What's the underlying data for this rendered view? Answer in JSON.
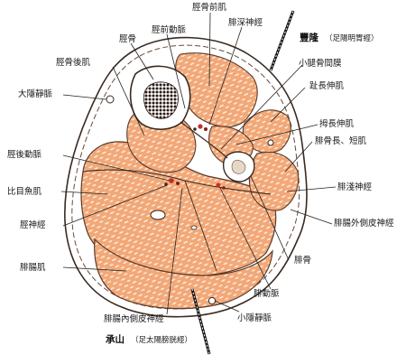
{
  "labels": {
    "tibialis_anterior": "脛骨前肌",
    "anterior_tibial_artery": "脛前動脈",
    "deep_peroneal_nerve": "腓深神經",
    "tibia": "脛骨",
    "tibialis_posterior": "脛骨後肌",
    "great_saphenous_vein": "大隱靜脈",
    "interosseous_membrane": "小腿骨間膜",
    "extensor_digitorum_longus": "趾長伸肌",
    "extensor_hallucis_longus": "拇長伸肌",
    "peroneus_longus_brevis": "腓骨長、短肌",
    "superficial_peroneal_nerve": "腓淺神經",
    "posterior_tibial_artery": "脛後動脈",
    "soleus": "比目魚肌",
    "tibial_nerve": "脛神經",
    "lateral_sural_cutaneous_nerve": "腓腸外側皮神經",
    "fibula": "腓骨",
    "gastrocnemius": "腓腸肌",
    "peroneal_artery": "腓動脈",
    "medial_sural_cutaneous_nerve": "腓腸內側皮神經",
    "small_saphenous_vein": "小隱靜脈"
  },
  "acupoints": {
    "fenglong_name": "豐隆",
    "fenglong_meridian": "（足陽明胃經）",
    "chengshan_name": "承山",
    "chengshan_meridian": "（足太陽膀胱經）"
  },
  "colors": {
    "muscle": "#f0a070",
    "muscle_fibers": "#ffffff",
    "bone_marrow": "#2b1a14",
    "skin_outline": "#3a2a20",
    "vessel": "#c0302a"
  }
}
